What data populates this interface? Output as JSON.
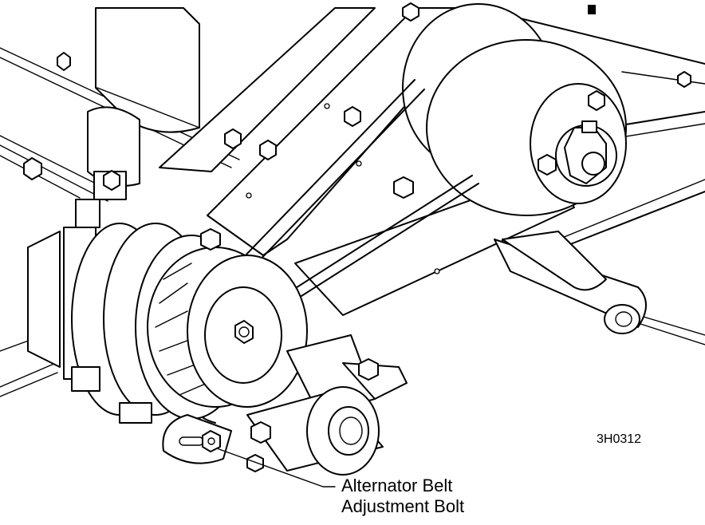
{
  "figure": {
    "code": "3H0312",
    "callouts": [
      {
        "lines": [
          "Alternator Belt",
          "Adjustment Bolt"
        ]
      }
    ]
  }
}
